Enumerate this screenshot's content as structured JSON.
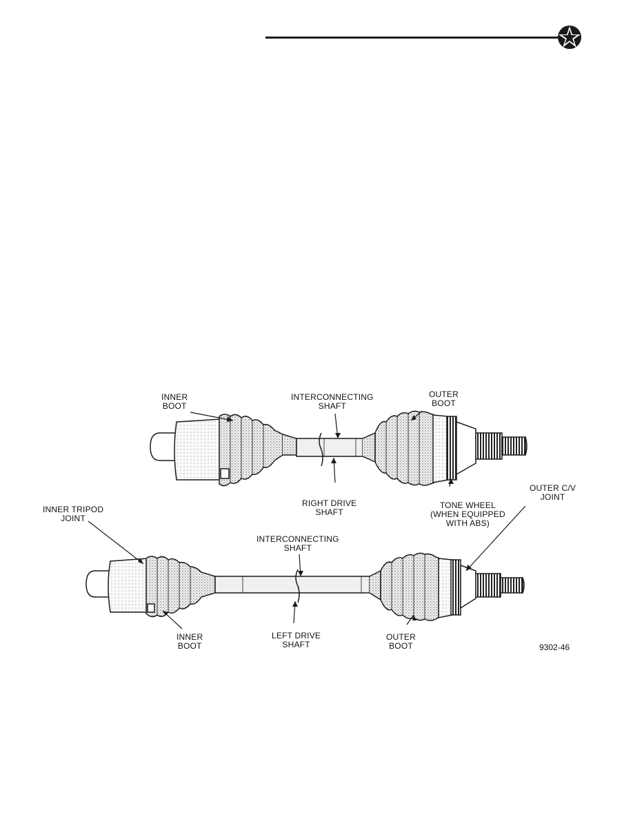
{
  "diagram": {
    "labels": {
      "top_inner_boot": [
        "INNER",
        "BOOT"
      ],
      "top_interconnecting": [
        "INTERCONNECTING",
        "SHAFT"
      ],
      "top_outer_boot": [
        "OUTER",
        "BOOT"
      ],
      "right_drive_shaft": [
        "RIGHT DRIVE",
        "SHAFT"
      ],
      "tone_wheel": [
        "TONE WHEEL",
        "(WHEN EQUIPPED",
        "WITH ABS)"
      ],
      "outer_cv_joint": [
        "OUTER C/V",
        "JOINT"
      ],
      "inner_tripod_joint": [
        "INNER TRIPOD",
        "JOINT"
      ],
      "bottom_interconnecting": [
        "INTERCONNECTING",
        "SHAFT"
      ],
      "bottom_inner_boot": [
        "INNER",
        "BOOT"
      ],
      "left_drive_shaft": [
        "LEFT DRIVE",
        "SHAFT"
      ],
      "bottom_outer_boot": [
        "OUTER",
        "BOOT"
      ]
    },
    "figure_number": "9302-46"
  },
  "colors": {
    "ink": "#1a1a1a",
    "stipple": "#8a8a8a",
    "metal": "#d8d8d8"
  }
}
